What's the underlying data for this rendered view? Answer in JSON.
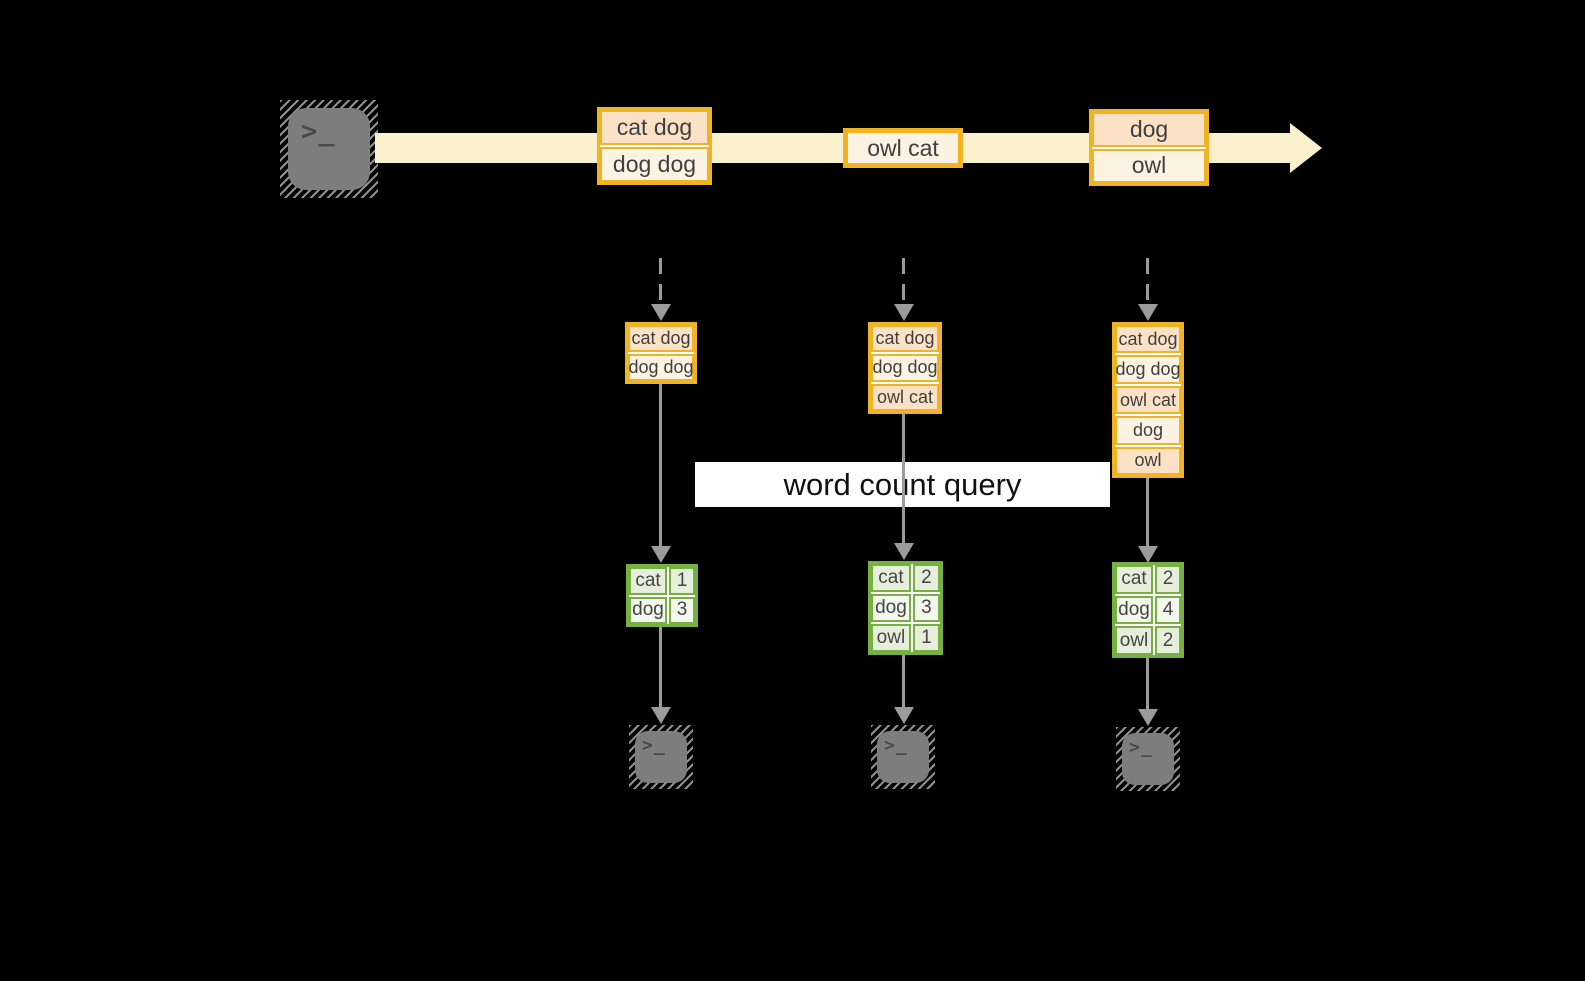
{
  "banner": {
    "label": "word count query"
  },
  "icons": {
    "terminal_glyph": ">_"
  },
  "stream": {
    "messages": [
      {
        "rows": [
          "cat dog",
          "dog dog"
        ]
      },
      {
        "rows": [
          "owl cat"
        ]
      },
      {
        "rows": [
          "dog",
          "owl"
        ]
      }
    ]
  },
  "columns": [
    {
      "buffer": [
        "cat dog",
        "dog dog"
      ],
      "counts": [
        {
          "word": "cat",
          "count": "1"
        },
        {
          "word": "dog",
          "count": "3"
        }
      ]
    },
    {
      "buffer": [
        "cat dog",
        "dog dog",
        "owl cat"
      ],
      "counts": [
        {
          "word": "cat",
          "count": "2"
        },
        {
          "word": "dog",
          "count": "3"
        },
        {
          "word": "owl",
          "count": "1"
        }
      ]
    },
    {
      "buffer": [
        "cat dog",
        "dog dog",
        "owl cat",
        "dog",
        "owl"
      ],
      "counts": [
        {
          "word": "cat",
          "count": "2"
        },
        {
          "word": "dog",
          "count": "4"
        },
        {
          "word": "owl",
          "count": "2"
        }
      ]
    }
  ],
  "colors": {
    "background": "#000000",
    "stream_fill": "#fbf0cd",
    "box_border": "#f0b323",
    "box_fill_dark": "#fbe2c6",
    "box_fill_light": "#fdf3e3",
    "table_border": "#76b041",
    "table_fill_dark": "#e7efdc",
    "table_fill_light": "#f3f7ee",
    "arrow_gray": "#9b9b9b",
    "terminal_gray": "#7d7d7d",
    "banner_bg": "#ffffff",
    "text_dark": "#3f3f3f"
  }
}
